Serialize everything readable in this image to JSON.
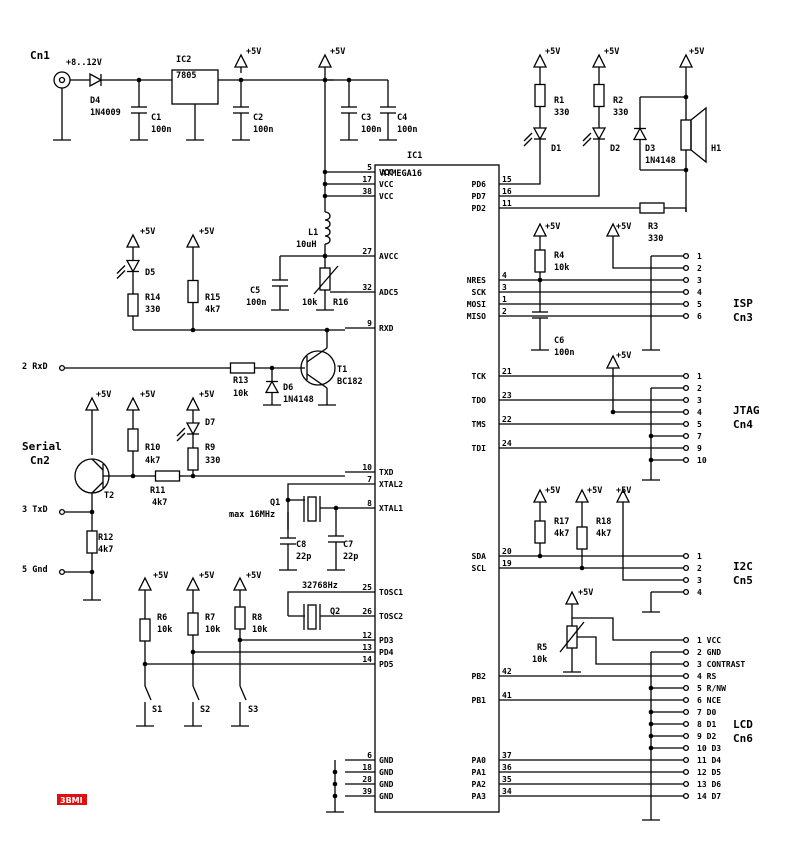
{
  "colors": {
    "wire": "#000000",
    "logo_red": "#e01010"
  },
  "logo": "3BMI",
  "connectors": {
    "cn1": "Cn1",
    "cn1_voltage": "+8..12V",
    "serial": "Serial",
    "cn2": "Cn2",
    "rxd": "2 RxD",
    "txd": "3 TxD",
    "gnd": "5 Gnd",
    "isp": "ISP",
    "cn3": "Cn3",
    "jtag": "JTAG",
    "cn4": "Cn4",
    "i2c": "I2C",
    "cn5": "Cn5",
    "lcd": "LCD",
    "cn6": "Cn6"
  },
  "power": {
    "vcc": "+5V"
  },
  "components": {
    "d4": "D4",
    "d4_val": "1N4009",
    "ic2": "IC2",
    "ic2_val": "7805",
    "c1": "C1",
    "c1_val": "100n",
    "c2": "C2",
    "c2_val": "100n",
    "c3": "C3",
    "c3_val": "100n",
    "c4": "C4",
    "c4_val": "100n",
    "c5": "C5",
    "c5_val": "100n",
    "c6": "C6",
    "c6_val": "100n",
    "c7": "C7",
    "c7_val": "22p",
    "c8": "C8",
    "c8_val": "22p",
    "l1": "L1",
    "l1_val": "10uH",
    "r16": "R16",
    "r16_val": "10k",
    "r1": "R1",
    "r1_val": "330",
    "r2": "R2",
    "r2_val": "330",
    "r3": "R3",
    "r3_val": "330",
    "r4": "R4",
    "r4_val": "10k",
    "r5": "R5",
    "r5_val": "10k",
    "r6": "R6",
    "r6_val": "10k",
    "r7": "R7",
    "r7_val": "10k",
    "r8": "R8",
    "r8_val": "10k",
    "r9": "R9",
    "r9_val": "330",
    "r10": "R10",
    "r10_val": "4k7",
    "r11": "R11",
    "r11_val": "4k7",
    "r12": "R12",
    "r12_val": "4k7",
    "r13": "R13",
    "r13_val": "10k",
    "r14": "R14",
    "r14_val": "330",
    "r15": "R15",
    "r15_val": "4k7",
    "r17": "R17",
    "r17_val": "4k7",
    "r18": "R18",
    "r18_val": "4k7",
    "d1": "D1",
    "d2": "D2",
    "d5": "D5",
    "d7": "D7",
    "d3": "D3",
    "d3_val": "1N4148",
    "d6": "D6",
    "d6_val": "1N4148",
    "h1": "H1",
    "t1": "T1",
    "t1_val": "BC182",
    "t2": "T2",
    "q1": "Q1",
    "q1_val": "max 16MHz",
    "q2": "Q2",
    "q2_val": "32768Hz",
    "s1": "S1",
    "s2": "S2",
    "s3": "S3"
  },
  "ic1": {
    "name": "IC1",
    "part": "ATMEGA16",
    "left_pins": [
      {
        "num": "5",
        "name": "VCC"
      },
      {
        "num": "17",
        "name": "VCC"
      },
      {
        "num": "38",
        "name": "VCC"
      },
      {
        "num": "27",
        "name": "AVCC"
      },
      {
        "num": "32",
        "name": "ADC5"
      },
      {
        "num": "9",
        "name": "RXD"
      },
      {
        "num": "10",
        "name": "TXD"
      },
      {
        "num": "7",
        "name": "XTAL2"
      },
      {
        "num": "8",
        "name": "XTAL1"
      },
      {
        "num": "25",
        "name": "TOSC1"
      },
      {
        "num": "26",
        "name": "TOSC2"
      },
      {
        "num": "12",
        "name": "PD3"
      },
      {
        "num": "13",
        "name": "PD4"
      },
      {
        "num": "14",
        "name": "PD5"
      },
      {
        "num": "6",
        "name": "GND"
      },
      {
        "num": "18",
        "name": "GND"
      },
      {
        "num": "28",
        "name": "GND"
      },
      {
        "num": "39",
        "name": "GND"
      }
    ],
    "right_pins": [
      {
        "num": "15",
        "name": "PD6"
      },
      {
        "num": "16",
        "name": "PD7"
      },
      {
        "num": "11",
        "name": "PD2"
      },
      {
        "num": "4",
        "name": "NRES"
      },
      {
        "num": "3",
        "name": "SCK"
      },
      {
        "num": "1",
        "name": "MOSI"
      },
      {
        "num": "2",
        "name": "MISO"
      },
      {
        "num": "21",
        "name": "TCK"
      },
      {
        "num": "23",
        "name": "TDO"
      },
      {
        "num": "22",
        "name": "TMS"
      },
      {
        "num": "24",
        "name": "TDI"
      },
      {
        "num": "20",
        "name": "SDA"
      },
      {
        "num": "19",
        "name": "SCL"
      },
      {
        "num": "42",
        "name": "PB2"
      },
      {
        "num": "41",
        "name": "PB1"
      },
      {
        "num": "37",
        "name": "PA0"
      },
      {
        "num": "36",
        "name": "PA1"
      },
      {
        "num": "35",
        "name": "PA2"
      },
      {
        "num": "34",
        "name": "PA3"
      }
    ]
  },
  "isp_pins": [
    "1",
    "2",
    "3",
    "4",
    "5",
    "6"
  ],
  "jtag_pins": [
    "1",
    "2",
    "3",
    "4",
    "5",
    "7",
    "9",
    "10"
  ],
  "i2c_pins": [
    "1",
    "2",
    "3",
    "4"
  ],
  "lcd_pins": [
    "1 VCC",
    "2 GND",
    "3 CONTRAST",
    "4 RS",
    "5 R/NW",
    "6 NCE",
    "7 D0",
    "8 D1",
    "9 D2",
    "10 D3",
    "11 D4",
    "12 D5",
    "13 D6",
    "14 D7"
  ]
}
